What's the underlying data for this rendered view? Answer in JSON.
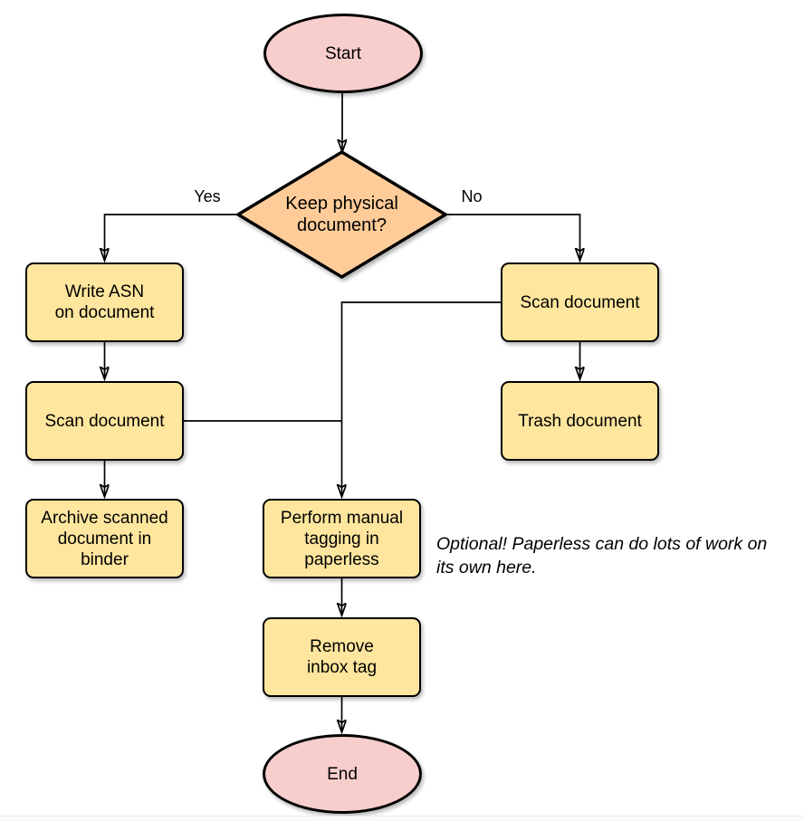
{
  "nodes": [
    {
      "id": "start",
      "type": "terminal",
      "label": "Start"
    },
    {
      "id": "decision",
      "type": "decision",
      "label": "Keep physical\ndocument?"
    },
    {
      "id": "write-asn",
      "type": "process",
      "label": "Write ASN\non document"
    },
    {
      "id": "scan-left",
      "type": "process",
      "label": "Scan document"
    },
    {
      "id": "archive",
      "type": "process",
      "label": "Archive scanned\ndocument in\nbinder"
    },
    {
      "id": "scan-right",
      "type": "process",
      "label": "Scan document"
    },
    {
      "id": "trash",
      "type": "process",
      "label": "Trash document"
    },
    {
      "id": "tagging",
      "type": "process",
      "label": "Perform manual\ntagging in\npaperless"
    },
    {
      "id": "remove",
      "type": "process",
      "label": "Remove\ninbox tag"
    },
    {
      "id": "end",
      "type": "terminal",
      "label": "End"
    }
  ],
  "edge_labels": {
    "yes": "Yes",
    "no": "No"
  },
  "annotation": {
    "text": "Optional! Paperless can do lots of work on\nits own here."
  },
  "colors": {
    "terminal_fill": "#F8CECC",
    "decision_fill": "#FFCC99",
    "process_fill": "#FFE69E",
    "stroke": "#000000"
  }
}
